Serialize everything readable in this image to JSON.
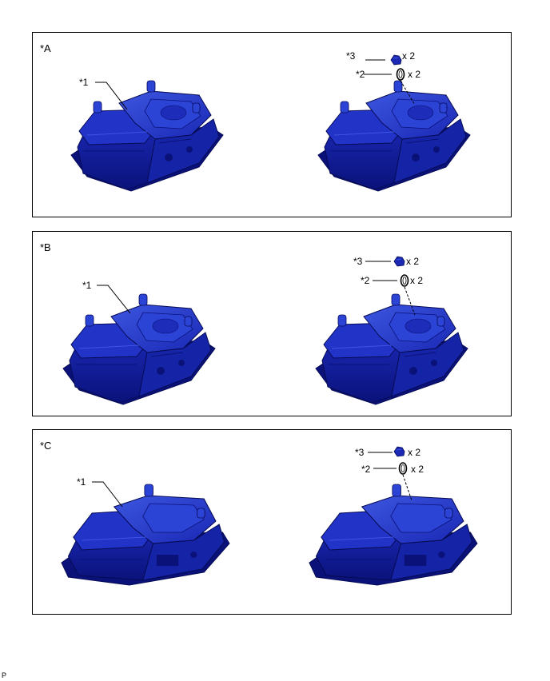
{
  "colors": {
    "part_fill": "#1a28b4",
    "part_dark": "#0a127a",
    "part_light": "#3c56e0",
    "line": "#000000"
  },
  "panels": [
    {
      "label": "*A",
      "callouts": {
        "base": "*1",
        "screw": "*3",
        "clip": "*2"
      },
      "quantities": {
        "screw": "x 2",
        "clip": "x 2"
      }
    },
    {
      "label": "*B",
      "callouts": {
        "base": "*1",
        "screw": "*3",
        "clip": "*2"
      },
      "quantities": {
        "screw": "x 2",
        "clip": "x 2"
      }
    },
    {
      "label": "*C",
      "callouts": {
        "base": "*1",
        "screw": "*3",
        "clip": "*2"
      },
      "quantities": {
        "screw": "x 2",
        "clip": "x 2"
      }
    }
  ],
  "footer": {
    "code": "P"
  }
}
